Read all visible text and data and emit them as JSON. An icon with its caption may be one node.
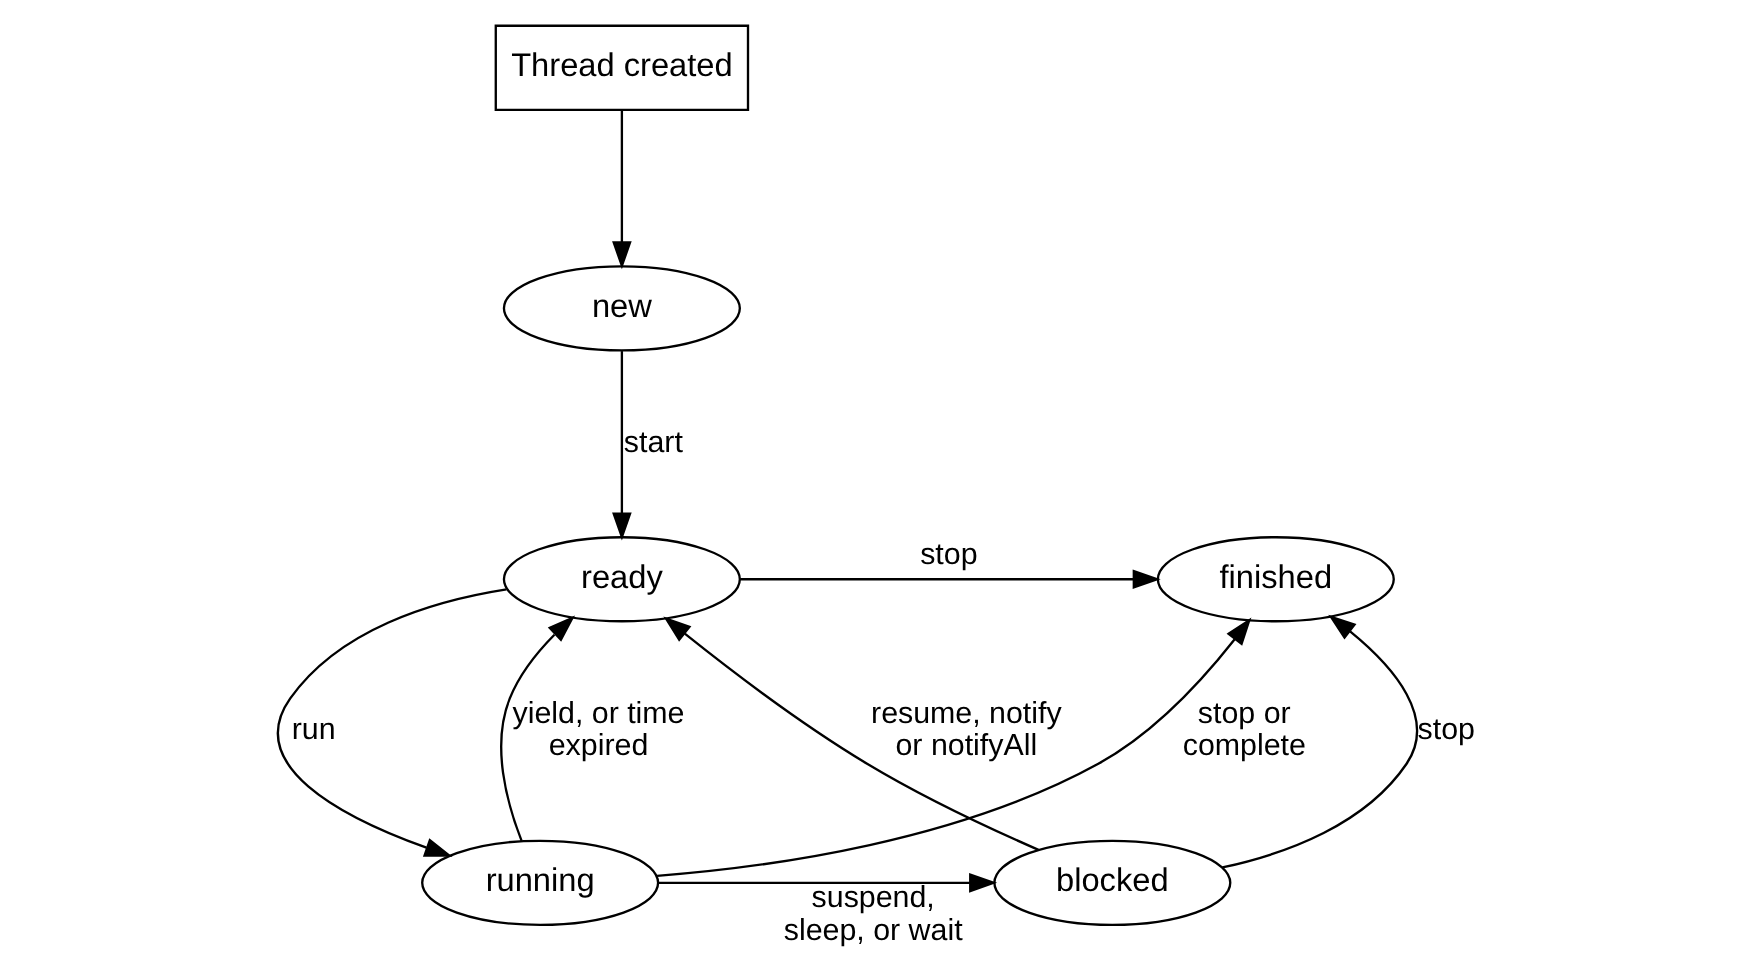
{
  "diagram": {
    "nodes": [
      {
        "text": [
          "Thread created"
        ]
      },
      {
        "text": [
          "new"
        ]
      },
      {
        "text": [
          "ready"
        ]
      },
      {
        "text": [
          "finished"
        ]
      },
      {
        "text": [
          "running"
        ]
      },
      {
        "text": [
          "blocked"
        ]
      }
    ],
    "edges": [
      {
        "from": 0,
        "to": 1,
        "arrow": "to"
      },
      {
        "from": 1,
        "to": 2,
        "arrow": "to",
        "label": "start"
      },
      {
        "from": 2,
        "to": 3,
        "arrow": "to",
        "label": "stop"
      },
      {
        "from": 2,
        "to": 4,
        "arrow": "to",
        "label": "run"
      },
      {
        "from": 4,
        "to": 2,
        "arrow": "to",
        "label": "yield, or time expired"
      },
      {
        "from": 4,
        "to": 3,
        "arrow": "to",
        "label": "stop or complete"
      },
      {
        "from": 4,
        "to": 5,
        "arrow": "to",
        "label": "suspend, sleep, or wait"
      },
      {
        "from": 5,
        "to": 3,
        "arrow": "to",
        "label": "stop"
      },
      {
        "from": 5,
        "to": 2,
        "arrow": "to",
        "label": "resume, notify or notifyAll"
      }
    ]
  }
}
